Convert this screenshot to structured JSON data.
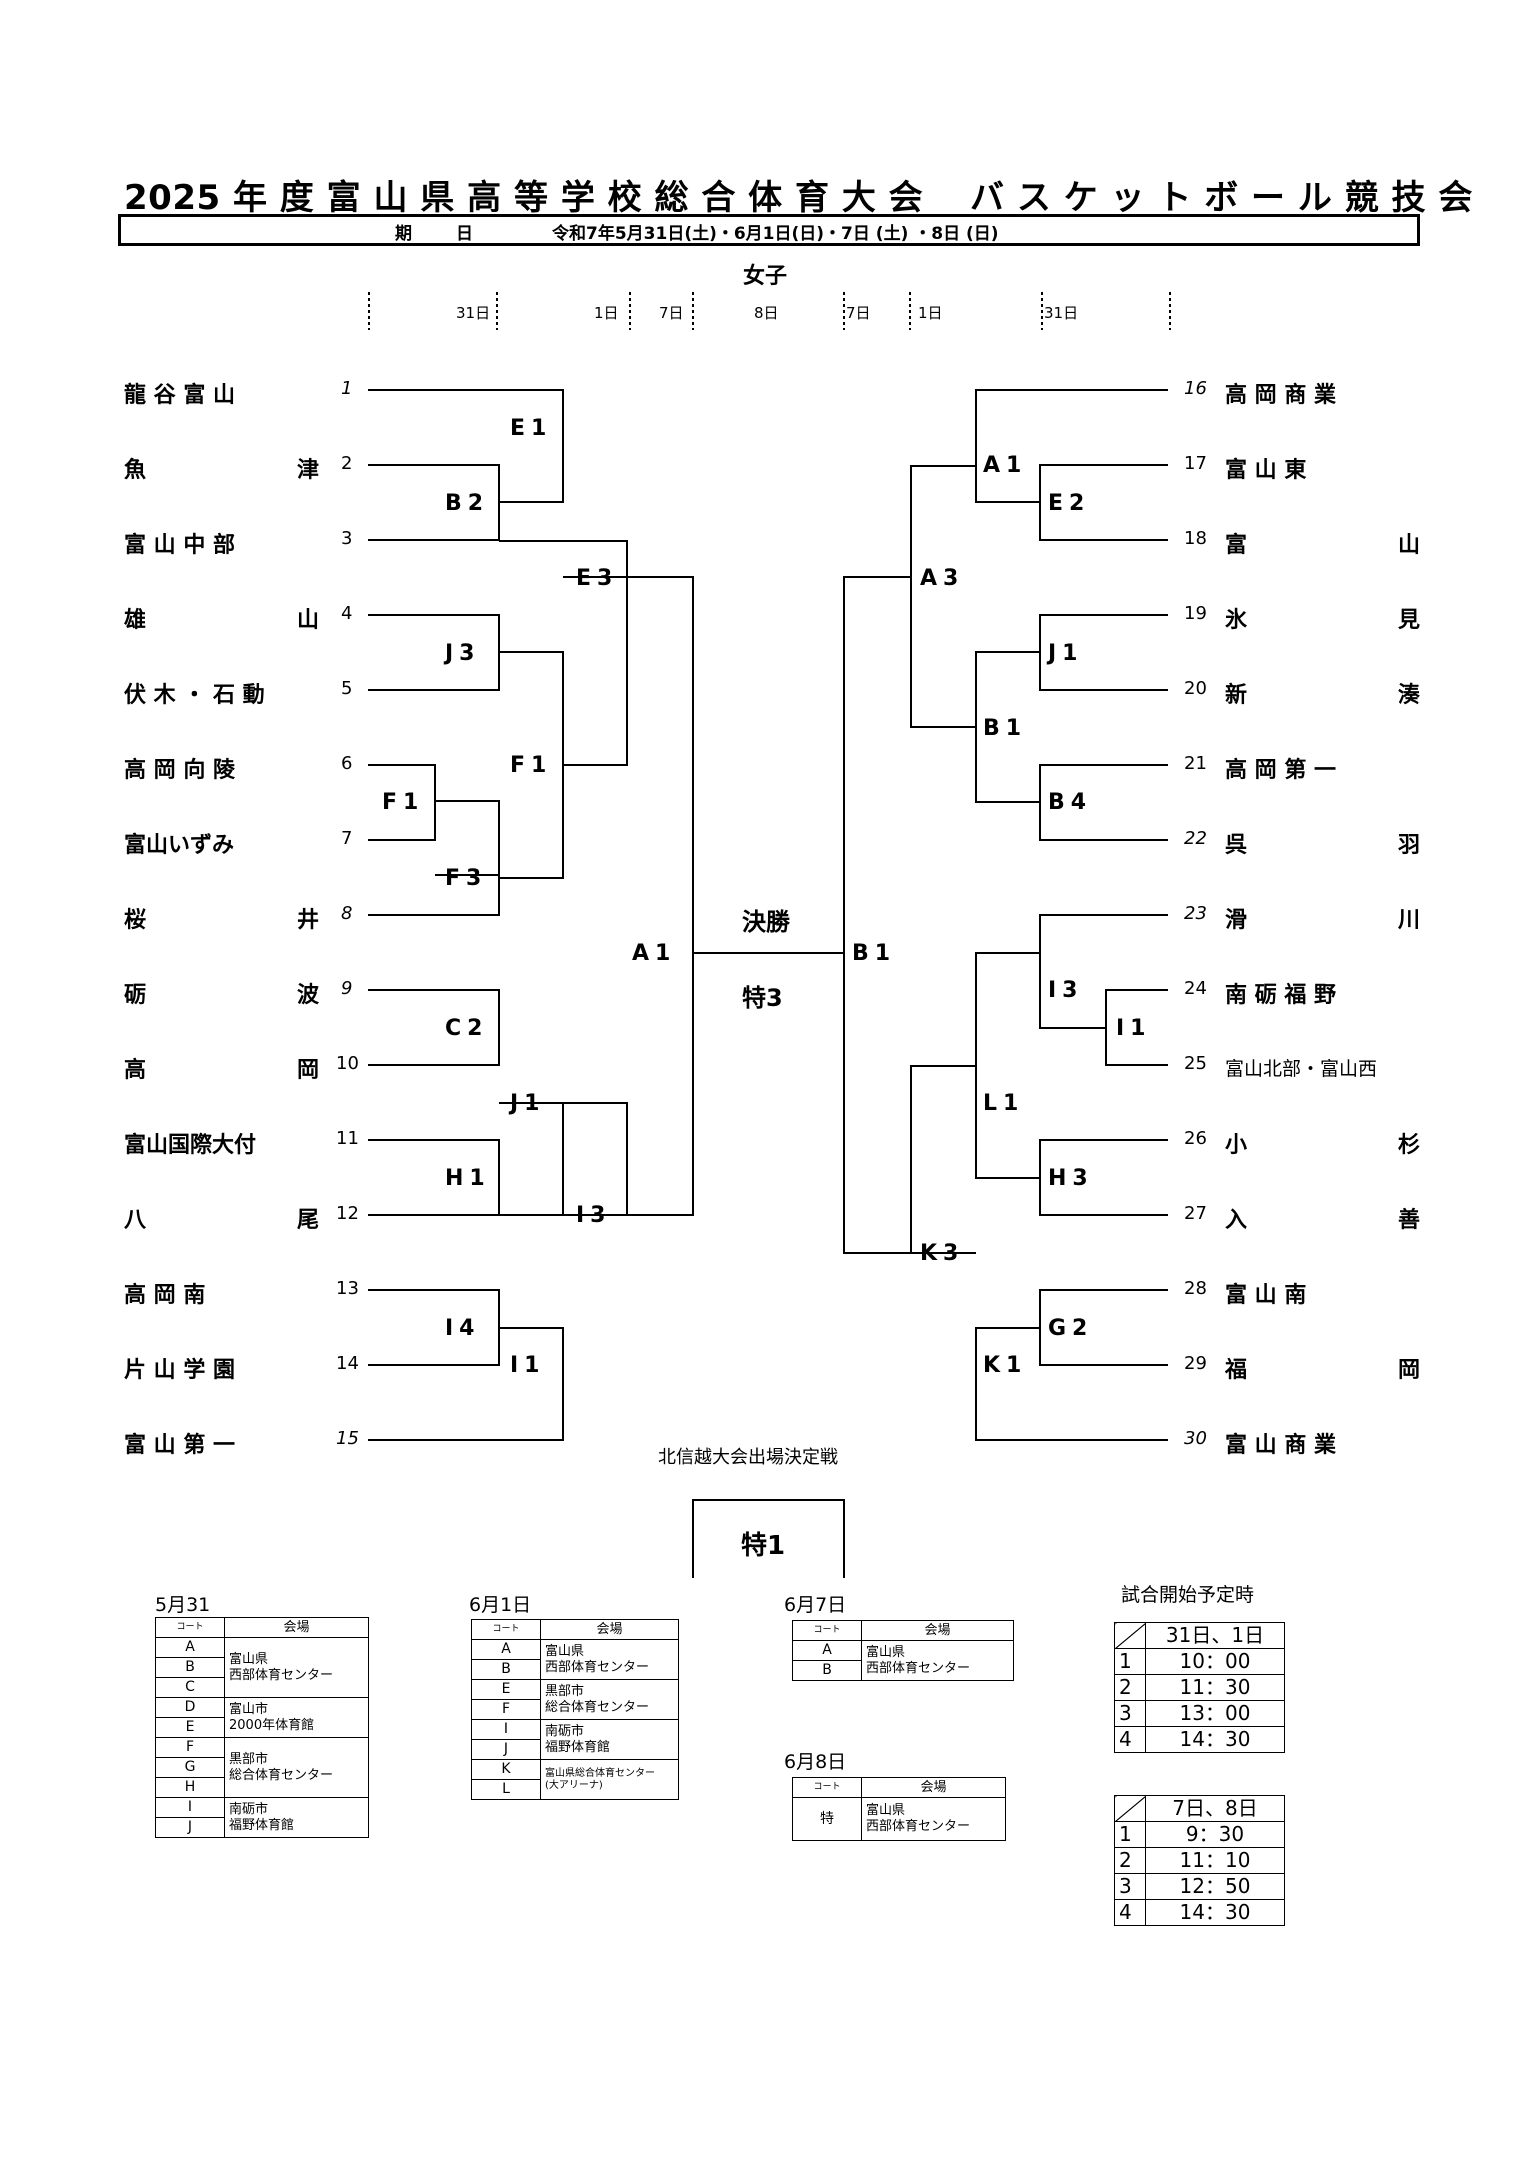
{
  "header": {
    "title": "2025 年 度 富 山 県 高 等 学 校 総 合 体 育 大 会　 バ ス ケ ッ ト ボ ー ル 競 技 会",
    "period_label_1": "期",
    "period_label_2": "日",
    "period_value": "令和7年5月31日(土)・6月1日(日)・7日 (土) ・8日 (日)"
  },
  "division": "女子",
  "days": [
    "31日",
    "1日",
    "7日",
    "8日",
    "7日",
    "1日",
    "31日"
  ],
  "left_teams": [
    {
      "name": "龍 谷 富 山",
      "seed": "1"
    },
    {
      "name": "魚 津",
      "seed": "2"
    },
    {
      "name": "富 山 中 部",
      "seed": "3"
    },
    {
      "name": "雄 山",
      "seed": "4"
    },
    {
      "name": "伏 木 ・ 石 動",
      "seed": "5"
    },
    {
      "name": "高 岡 向 陵",
      "seed": "6"
    },
    {
      "name": "富山いずみ",
      "seed": "7"
    },
    {
      "name": "桜 井",
      "seed": "8"
    },
    {
      "name": "砺 波",
      "seed": "9"
    },
    {
      "name": "高 岡",
      "seed": "10"
    },
    {
      "name": "富山国際大付",
      "seed": "11"
    },
    {
      "name": "八 尾",
      "seed": "12"
    },
    {
      "name": "高 岡 南",
      "seed": "13"
    },
    {
      "name": "片 山 学 園",
      "seed": "14"
    },
    {
      "name": "富 山 第 一",
      "seed": "15"
    }
  ],
  "right_teams": [
    {
      "name": "高 岡 商 業",
      "seed": "16"
    },
    {
      "name": "富 山 東",
      "seed": "17"
    },
    {
      "name": "富 山",
      "seed": "18"
    },
    {
      "name": "氷 見",
      "seed": "19"
    },
    {
      "name": "新 湊",
      "seed": "20"
    },
    {
      "name": "高 岡 第 一",
      "seed": "21"
    },
    {
      "name": "呉 羽",
      "seed": "22"
    },
    {
      "name": "滑 川",
      "seed": "23"
    },
    {
      "name": "南 砺 福 野",
      "seed": "24"
    },
    {
      "name": "富山北部・富山西",
      "seed": "25"
    },
    {
      "name": "小 杉",
      "seed": "26"
    },
    {
      "name": "入 善",
      "seed": "27"
    },
    {
      "name": "富 山 南",
      "seed": "28"
    },
    {
      "name": "福 岡",
      "seed": "29"
    },
    {
      "name": "富 山 商 業",
      "seed": "30"
    }
  ],
  "match_labels": {
    "E1": "E1",
    "B2": "B2",
    "J3": "J3",
    "F1a": "F1",
    "F1b": "F1",
    "F3": "F3",
    "C2": "C2",
    "H1": "H1",
    "I4": "I4",
    "I1a": "I1",
    "J1a": "J1",
    "E3": "E3",
    "I3a": "I3",
    "A1a": "A1",
    "A1b": "A1",
    "E2": "E2",
    "J1b": "J1",
    "B4": "B4",
    "B1a": "B1",
    "A3": "A3",
    "I3b": "I3",
    "I1b": "I1",
    "H3": "H3",
    "G2": "G2",
    "L1": "L1",
    "K1": "K1",
    "K3": "K3",
    "B1b": "B1"
  },
  "final": {
    "label": "決勝",
    "court": "特3"
  },
  "qualifier": {
    "label": "北信越大会出場決定戦",
    "court": "特1"
  },
  "schedules": [
    {
      "date": "5月31",
      "col_court": "コート",
      "col_venue": "会場"
    },
    {
      "date": "6月1日",
      "col_court": "コート",
      "col_venue": "会場"
    },
    {
      "date": "6月7日",
      "col_court": "コート",
      "col_venue": "会場"
    },
    {
      "date": "6月8日",
      "col_court": "コート",
      "col_venue": "会場"
    }
  ],
  "venues": {
    "may31": {
      "courts": [
        "A",
        "B",
        "C",
        "D",
        "E",
        "F",
        "G",
        "H",
        "I",
        "J"
      ],
      "places": [
        "富山県\n西部体育センター",
        "富山市\n2000年体育館",
        "黒部市\n総合体育センター",
        "南砺市\n福野体育館"
      ]
    },
    "jun1": {
      "courts": [
        "A",
        "B",
        "E",
        "F",
        "I",
        "J",
        "K",
        "L"
      ],
      "places": [
        "富山県\n西部体育センター",
        "黒部市\n総合体育センター",
        "南砺市\n福野体育館",
        "富山県総合体育センター\n(大アリーナ)"
      ]
    },
    "jun7": {
      "courts": [
        "A",
        "B"
      ],
      "places": [
        "富山県\n西部体育センター"
      ]
    },
    "jun8": {
      "courts": [
        "特"
      ],
      "places": [
        "富山県\n西部体育センター"
      ]
    }
  },
  "times": {
    "title": "試合開始予定時",
    "block1": {
      "header": "31日、1日",
      "rows": [
        [
          "1",
          "10：00"
        ],
        [
          "2",
          "11：30"
        ],
        [
          "3",
          "13：00"
        ],
        [
          "4",
          "14：30"
        ]
      ]
    },
    "block2": {
      "header": "7日、8日",
      "rows": [
        [
          "1",
          "9：30"
        ],
        [
          "2",
          "11：10"
        ],
        [
          "3",
          "12：50"
        ],
        [
          "4",
          "14：30"
        ]
      ]
    }
  }
}
